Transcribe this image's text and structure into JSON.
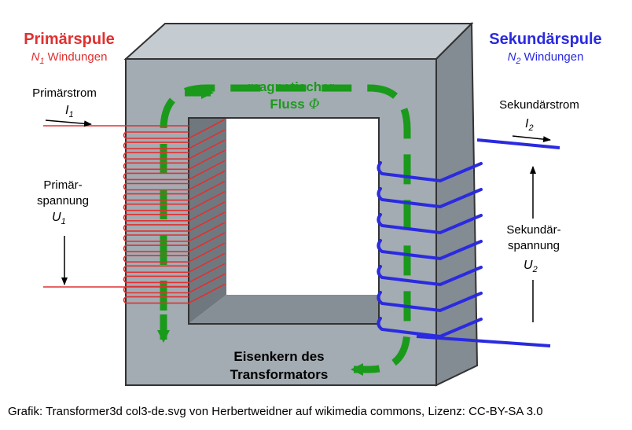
{
  "primary": {
    "title": "Primärspule",
    "turns_sym": "N",
    "turns_sub": "1",
    "turns_word": "Windungen",
    "current_label": "Primärstrom",
    "current_sym": "I",
    "current_sub": "1",
    "voltage_line1": "Primär-",
    "voltage_line2": "spannung",
    "voltage_sym": "U",
    "voltage_sub": "1"
  },
  "secondary": {
    "title": "Sekundärspule",
    "turns_sym": "N",
    "turns_sub": "2",
    "turns_word": "Windungen",
    "current_label": "Sekundärstrom",
    "current_sym": "I",
    "current_sub": "2",
    "voltage_line1": "Sekundär-",
    "voltage_line2": "spannung",
    "voltage_sym": "U",
    "voltage_sub": "2"
  },
  "flux": {
    "line1": "magnetischer",
    "line2_word": "Fluss",
    "line2_sym": "Φ"
  },
  "core": {
    "line1": "Eisenkern des",
    "line2": "Transformators"
  },
  "caption": "Grafik: Transformer3d col3-de.svg von Herbertweidner auf wikimedia commons, Lizenz: CC-BY-SA 3.0",
  "colors": {
    "primary": "#e03030",
    "secondary": "#2a2ae0",
    "flux": "#1a9a1a",
    "core_front": "#a3abb3",
    "core_top": "#c4cbd1",
    "core_side": "#838b93",
    "hole_side": "#70787f"
  }
}
